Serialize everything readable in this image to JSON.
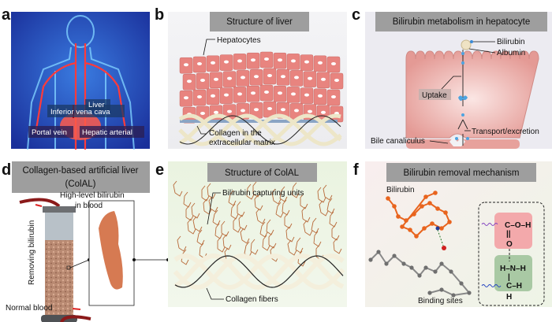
{
  "panels": {
    "a": {
      "letter": "a",
      "labels": [
        "Inferior vena cava",
        "Liver",
        "Portal vein",
        "Hepatic arterial"
      ]
    },
    "b": {
      "letter": "b",
      "title": "Structure of liver",
      "labels": [
        "Hepatocytes",
        "Collagen in the",
        "extracellular matrix"
      ]
    },
    "c": {
      "letter": "c",
      "title": "Bilirubin metabolism in hepatocyte",
      "labels": [
        "Bilirubin",
        "Albumin",
        "Uptake",
        "Transport/excretion",
        "Bile canaliculus"
      ]
    },
    "d": {
      "letter": "d",
      "title_line1": "Collagen-based artificial liver",
      "title_line2": "(ColAL)",
      "labels": [
        "High-level bilirubin",
        "in blood",
        "Removing bilirubin",
        "Normal blood"
      ]
    },
    "e": {
      "letter": "e",
      "title": "Structure of ColAL",
      "labels": [
        "Bilirubin capturing units",
        "Collagen fibers"
      ]
    },
    "f": {
      "letter": "f",
      "title": "Bilirubin removal mechanism",
      "labels": [
        "Bilirubin",
        "Binding sites"
      ],
      "chem": {
        "cooh": "C–O–H",
        "o": "O",
        "dbl": "||",
        "nh": "H–N–H",
        "ch": "C–H",
        "h": "H",
        "bar": "|"
      }
    }
  },
  "colors": {
    "title_box": "#9e9e9e",
    "hepatocyte": "#e8847f",
    "bilirubin": "#e8641e",
    "collagen": "#efe9d2"
  }
}
